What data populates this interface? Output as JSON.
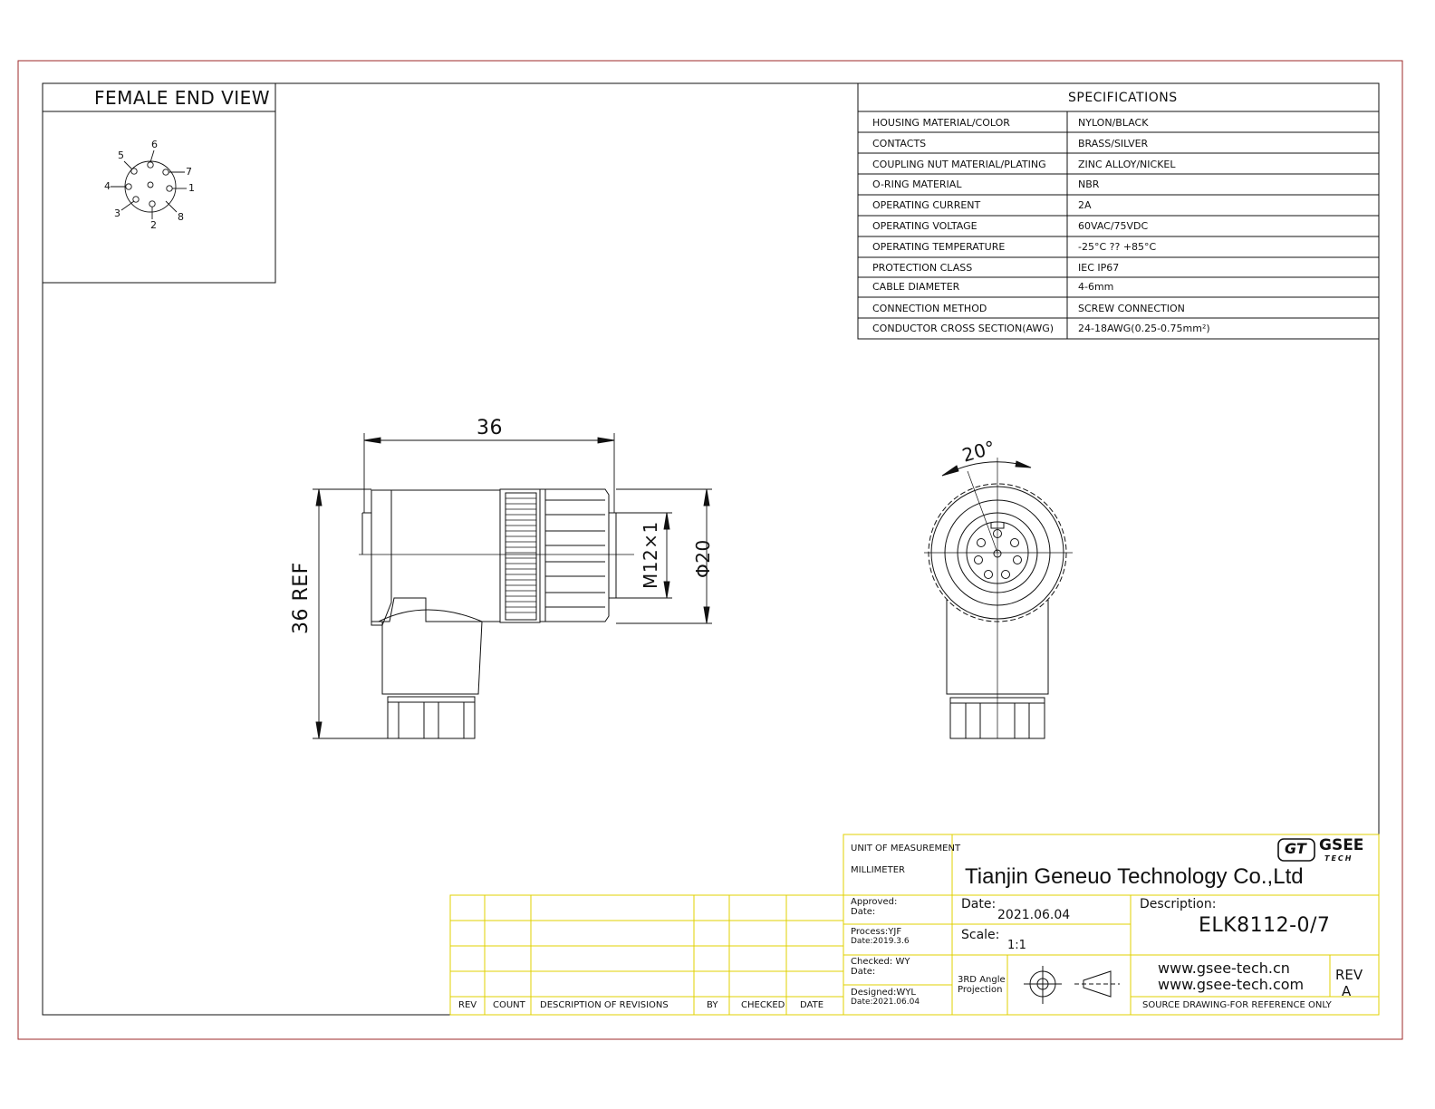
{
  "female_end_view": {
    "title": "FEMALE END VIEW",
    "pins": [
      "1",
      "2",
      "3",
      "4",
      "5",
      "6",
      "7",
      "8"
    ]
  },
  "specifications": {
    "title": "SPECIFICATIONS",
    "rows": [
      {
        "label": "HOUSING MATERIAL/COLOR",
        "value": "NYLON/BLACK"
      },
      {
        "label": "CONTACTS",
        "value": "BRASS/SILVER"
      },
      {
        "label": "COUPLING NUT MATERIAL/PLATING",
        "value": "ZINC ALLOY/NICKEL"
      },
      {
        "label": "O-RING MATERIAL",
        "value": "NBR"
      },
      {
        "label": "OPERATING CURRENT",
        "value": "2A"
      },
      {
        "label": "OPERATING VOLTAGE",
        "value": "60VAC/75VDC"
      },
      {
        "label": "OPERATING TEMPERATURE",
        "value": "-25°C ?? +85°C"
      },
      {
        "label": "PROTECTION CLASS",
        "value": "IEC  IP67"
      },
      {
        "label": "CABLE  DIAMETER",
        "value": "4-6mm"
      },
      {
        "label": "CONNECTION  METHOD",
        "value": "SCREW  CONNECTION"
      },
      {
        "label": "CONDUCTOR  CROSS  SECTION(AWG)",
        "value": "24-18AWG(0.25-0.75mm²)"
      }
    ]
  },
  "dimensions": {
    "width": "36",
    "height": "36 REF",
    "thread": "M12×1",
    "diameter": "Φ20",
    "angle": "20°"
  },
  "revisions": {
    "headers": [
      "REV",
      "COUNT",
      "DESCRIPTION  OF  REVISIONS",
      "BY",
      "CHECKED",
      "DATE"
    ]
  },
  "title_block": {
    "unit_label": "UNIT OF MEASUREMENT",
    "unit_value": "MILLIMETER",
    "company": "Tianjin Geneuo Technology Co.,Ltd",
    "logo_mark": "GT",
    "logo_name": "GSEE",
    "logo_sub": "TECH",
    "approved_label": "Approved:",
    "approved_date_label": "Date:",
    "process_label": "Process:YJF",
    "process_date": "Date:2019.3.6",
    "checked_label": "Checked: WY",
    "checked_date_label": "Date:",
    "designed_label": "Designed:WYL",
    "designed_date": "Date:2021.06.04",
    "date_label": "Date:",
    "date_value": "2021.06.04",
    "scale_label": "Scale:",
    "scale_value": "1:1",
    "projection_line1": "3RD Angle",
    "projection_line2": "Projection",
    "description_label": "Description:",
    "description_value": "ELK8112-0/7",
    "website1": "www.gsee-tech.cn",
    "website2": "www.gsee-tech.com",
    "rev_label": "REV",
    "rev_value": "A",
    "footer_note": "SOURCE DRAWING-FOR REFERENCE ONLY"
  },
  "colors": {
    "frame": "#9e2a2a",
    "title_block": "#e0d000",
    "line": "#111111"
  }
}
